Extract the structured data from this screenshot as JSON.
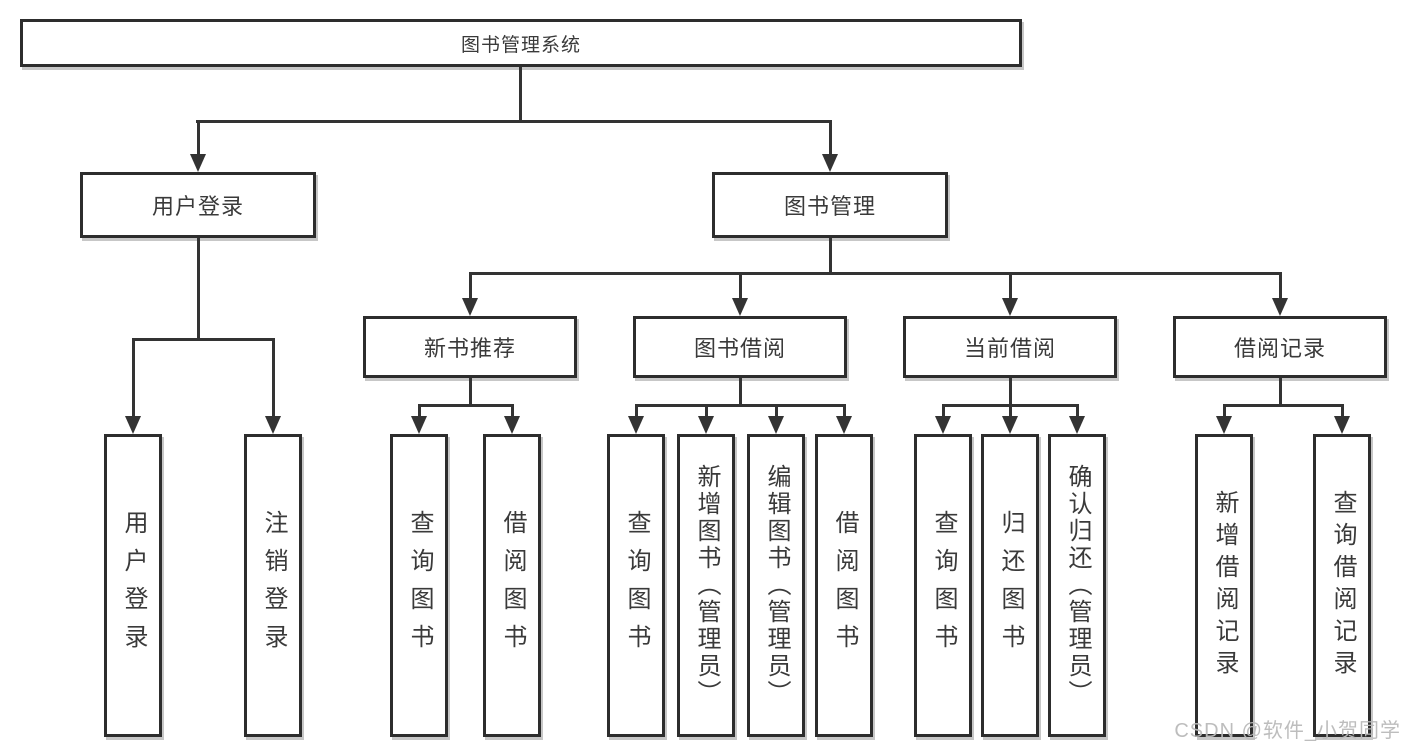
{
  "title": "图书管理系统",
  "nodes": {
    "root": "图书管理系统",
    "user_login": "用户登录",
    "book_mgmt": "图书管理",
    "new_book_rec": "新书推荐",
    "book_borrow": "图书借阅",
    "current_borrow": "当前借阅",
    "borrow_records": "借阅记录"
  },
  "leaves": {
    "user_login": [
      "用户登录",
      "注销登录"
    ],
    "new_book_rec": [
      "查询图书",
      "借阅图书"
    ],
    "book_borrow": [
      "查询图书",
      "新增图书（管理员）",
      "编辑图书（管理员）",
      "借阅图书"
    ],
    "current_borrow": [
      "查询图书",
      "归还图书",
      "确认归还（管理员）"
    ],
    "borrow_records": [
      "新增借阅记录",
      "查询借阅记录"
    ]
  },
  "watermark": "CSDN @软件_小贺同学",
  "colors": {
    "line": "#333333",
    "box_border": "#2d2d2d",
    "box_fill": "#ffffff",
    "text": "#3a3a3a",
    "watermark": "#b9b9b9"
  }
}
